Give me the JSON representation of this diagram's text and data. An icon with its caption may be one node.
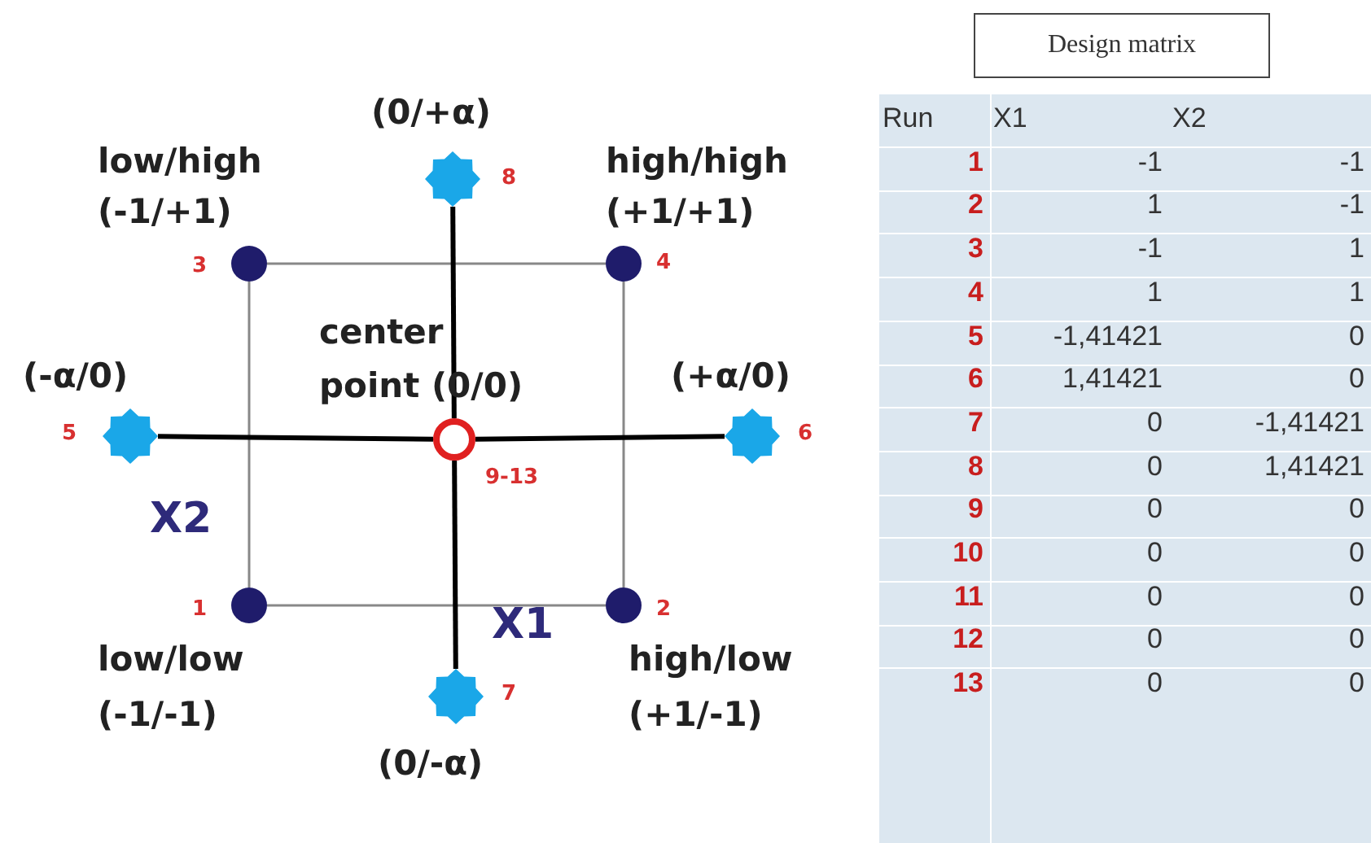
{
  "diagram": {
    "nodes": [
      {
        "text": [
          "Design matrix"
        ]
      },
      {
        "text": [],
        "shape": "star",
        "beside": [
          "(0/+α)",
          "8"
        ]
      },
      {
        "text": [],
        "shape": "circle",
        "beside": [
          "low/high",
          "(-1/+1)",
          "3"
        ]
      },
      {
        "text": [],
        "shape": "circle",
        "beside": [
          "high/high",
          "(+1/+1)",
          "4"
        ]
      },
      {
        "text": [],
        "shape": "star",
        "beside": [
          "(-α/0)",
          "5"
        ]
      },
      {
        "text": [],
        "shape": "circle",
        "beside": [
          "center point (0/0)",
          "9-13"
        ]
      },
      {
        "text": [],
        "shape": "star",
        "beside": [
          "(+α/0)",
          "6"
        ]
      },
      {
        "text": [],
        "shape": "circle",
        "beside": [
          "low/low",
          "(-1/-1)",
          "1"
        ]
      },
      {
        "text": [],
        "shape": "circle",
        "beside": [
          "high/low",
          "(+1/-1)",
          "2"
        ]
      },
      {
        "text": [],
        "shape": "star",
        "beside": [
          "(0/-α)",
          "7"
        ]
      }
    ],
    "edges": [
      {
        "from": 2,
        "to": 3,
        "arrow": "none"
      },
      {
        "from": 3,
        "to": 8,
        "arrow": "none"
      },
      {
        "from": 8,
        "to": 7,
        "arrow": "none"
      },
      {
        "from": 7,
        "to": 2,
        "arrow": "none"
      },
      {
        "from": 4,
        "to": 5,
        "arrow": "none",
        "style": "thick",
        "color": "#000000"
      },
      {
        "from": 5,
        "to": 6,
        "arrow": "none",
        "style": "thick",
        "color": "#000000"
      },
      {
        "from": 1,
        "to": 5,
        "arrow": "none",
        "style": "thick",
        "color": "#000000"
      },
      {
        "from": 5,
        "to": 9,
        "arrow": "none",
        "style": "thick",
        "color": "#000000"
      }
    ],
    "labels": [
      "X2",
      "X1",
      "Run",
      "X1",
      "X2",
      "1",
      "-1",
      "-1",
      "2",
      "1",
      "-1",
      "3",
      "-1",
      "1",
      "4",
      "1",
      "1",
      "5",
      "-1,41421",
      "0",
      "6",
      "1,41421",
      "0",
      "7",
      "0",
      "-1,41421",
      "8",
      "0",
      "1,41421",
      "9",
      "0",
      "0",
      "10",
      "0",
      "0",
      "11",
      "0",
      "0",
      "12",
      "0",
      "0",
      "13",
      "0",
      "0"
    ]
  }
}
